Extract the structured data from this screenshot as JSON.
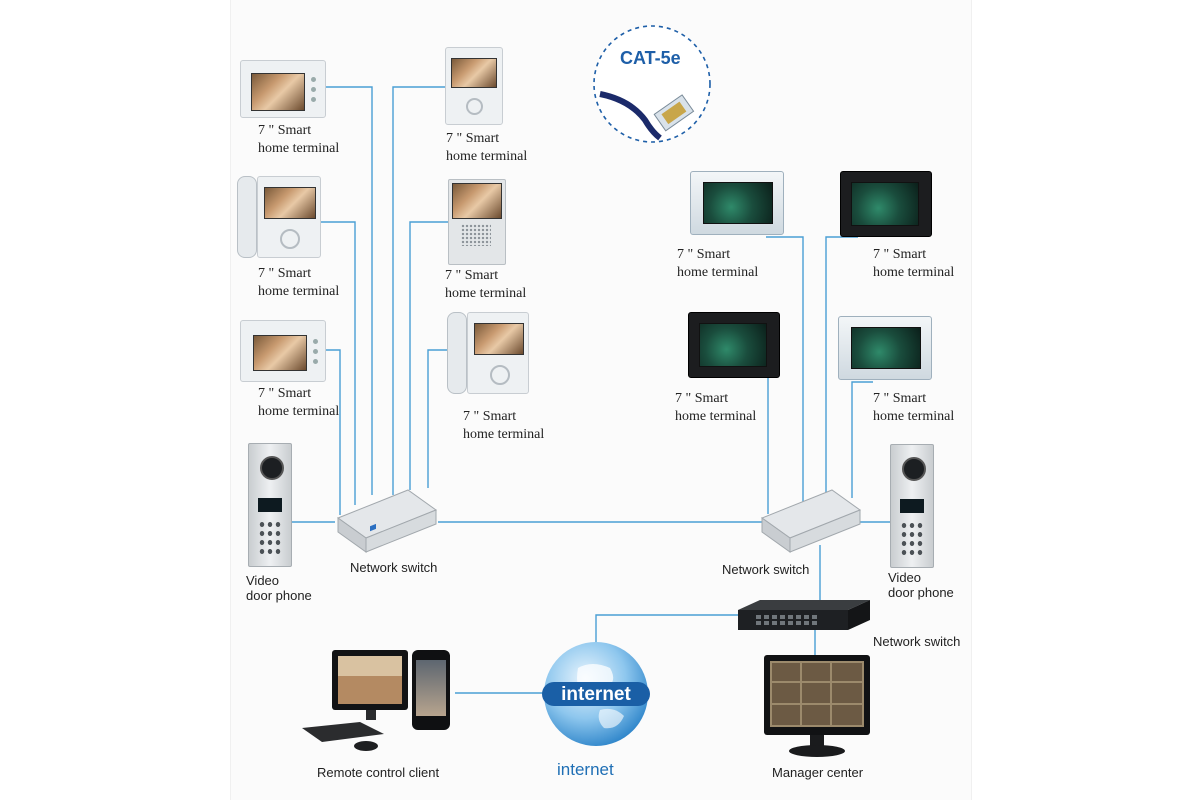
{
  "cable": {
    "label": "CAT-5e"
  },
  "left_terminals": [
    {
      "line1": "7 \" Smart",
      "line2": "home terminal"
    },
    {
      "line1": "7 \" Smart",
      "line2": "home terminal"
    },
    {
      "line1": "7 \" Smart",
      "line2": "home terminal"
    }
  ],
  "mid_terminals": [
    {
      "line1": "7 \" Smart",
      "line2": "home terminal"
    },
    {
      "line1": "7 \" Smart",
      "line2": "home terminal"
    },
    {
      "line1": "7 \" Smart",
      "line2": "home terminal"
    }
  ],
  "right_terminals": [
    {
      "line1": "7 \" Smart",
      "line2": "home terminal"
    },
    {
      "line1": "7 \" Smart",
      "line2": "home terminal"
    },
    {
      "line1": "7 \" Smart",
      "line2": "home terminal"
    },
    {
      "line1": "7 \" Smart",
      "line2": "home terminal"
    }
  ],
  "left_door": {
    "line1": "Video",
    "line2": "door phone"
  },
  "right_door": {
    "line1": "Video",
    "line2": "door phone"
  },
  "left_switch": {
    "label": "Network switch"
  },
  "right_switch": {
    "label": "Network switch"
  },
  "core_switch": {
    "label": "Network switch"
  },
  "globe": {
    "label": "internet"
  },
  "internet_caption": {
    "label": "internet"
  },
  "remote": {
    "label": "Remote control client"
  },
  "manager": {
    "label": "Manager center"
  },
  "colors": {
    "wire": "#4a9fd4",
    "internet_text": "#1f6fb5",
    "cable_text": "#1e5fa8"
  }
}
